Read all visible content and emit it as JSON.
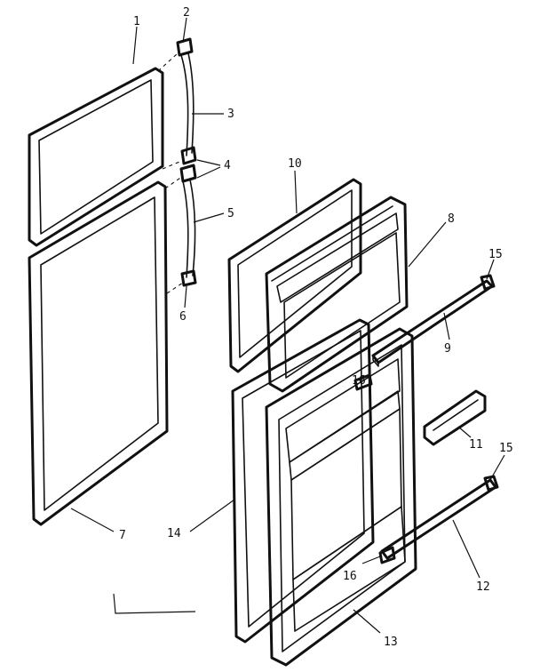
{
  "callouts": {
    "c1": "1",
    "c2": "2",
    "c3": "3",
    "c4": "4",
    "c5": "5",
    "c6": "6",
    "c7": "7",
    "c8": "8",
    "c9": "9",
    "c10": "10",
    "c11": "11",
    "c12": "12",
    "c13": "13",
    "c14": "14",
    "c15a": "15",
    "c15b": "15",
    "c16a": "16",
    "c16b": "16"
  }
}
